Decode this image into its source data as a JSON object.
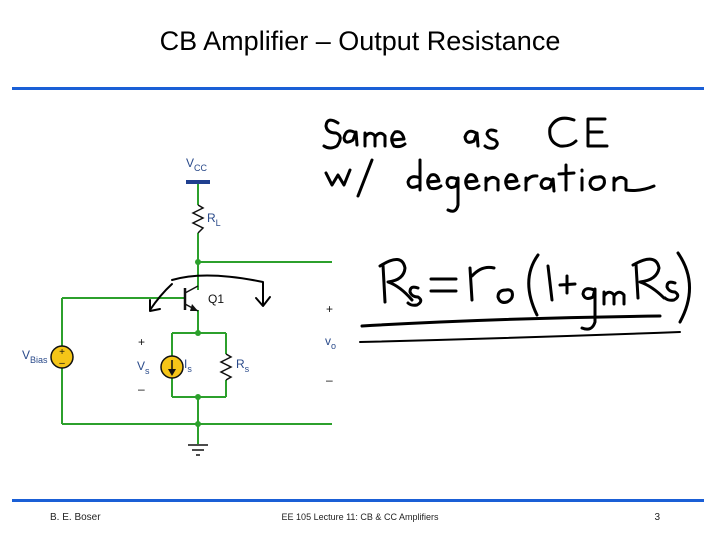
{
  "slide": {
    "title": "CB Amplifier – Output Resistance",
    "footer_author": "B. E. Boser",
    "footer_course": "EE 105 Lecture 11: CB & CC Amplifiers",
    "footer_page": "3"
  },
  "schematic": {
    "vcc": "V",
    "vcc_sub": "CC",
    "rl": "R",
    "rl_sub": "L",
    "q1": "Q1",
    "vbias": "V",
    "vbias_sub": "Bias",
    "vs_plus": "+",
    "vs": "V",
    "vs_sub": "s",
    "vs_minus": "–",
    "is": "I",
    "is_sub": "s",
    "rs": "R",
    "rs_sub": "s",
    "vo_plus": "+",
    "vo": "v",
    "vo_sub": "o",
    "vo_minus": "–"
  },
  "colors": {
    "wire": "#2ca02c",
    "accent_rule": "#1a5fd6",
    "label": "#2a4a8a",
    "source_fill": "#f5c518"
  }
}
